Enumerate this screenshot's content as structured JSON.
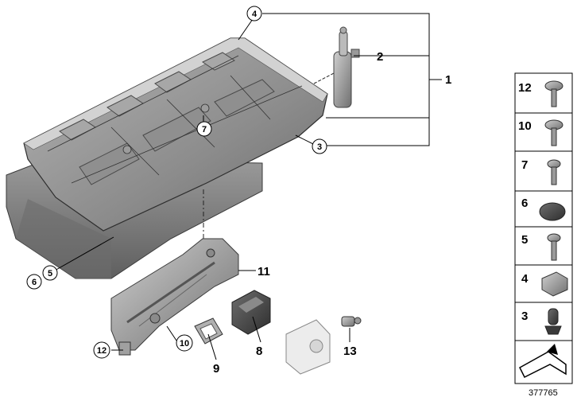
{
  "diagram": {
    "callouts": [
      {
        "id": "1",
        "label": "1"
      },
      {
        "id": "2",
        "label": "2"
      },
      {
        "id": "3",
        "label": "3"
      },
      {
        "id": "4",
        "label": "4"
      },
      {
        "id": "5",
        "label": "5"
      },
      {
        "id": "6",
        "label": "6"
      },
      {
        "id": "7",
        "label": "7"
      },
      {
        "id": "8",
        "label": "8"
      },
      {
        "id": "9",
        "label": "9"
      },
      {
        "id": "10",
        "label": "10"
      },
      {
        "id": "11",
        "label": "11"
      },
      {
        "id": "12",
        "label": "12"
      },
      {
        "id": "13",
        "label": "13"
      }
    ],
    "parts_legend": [
      {
        "number": "12",
        "part": "screw-washer-icon"
      },
      {
        "number": "10",
        "part": "screw-washer-icon"
      },
      {
        "number": "7",
        "part": "screw-icon"
      },
      {
        "number": "6",
        "part": "cap-plug-icon"
      },
      {
        "number": "5",
        "part": "screw-icon"
      },
      {
        "number": "4",
        "part": "clip-nut-icon"
      },
      {
        "number": "3",
        "part": "rubber-buffer-icon"
      },
      {
        "number": "",
        "part": "arrow-symbol-icon"
      }
    ],
    "reference_number": "377765"
  }
}
